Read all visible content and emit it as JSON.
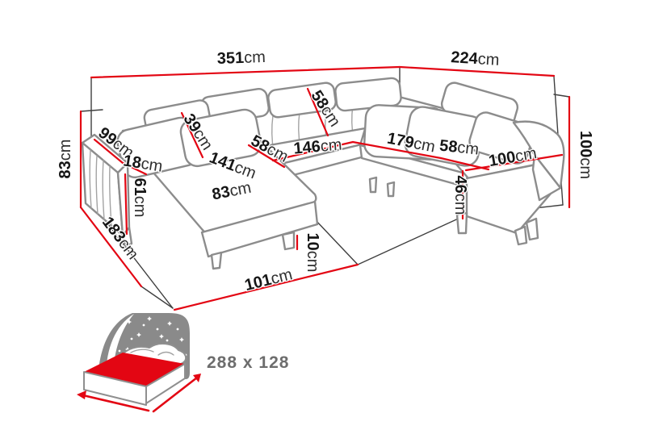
{
  "diagram": {
    "title": "corner-sofa-dimension-diagram",
    "unit": "cm",
    "dims": {
      "total_width_left": {
        "v": "351",
        "u": "cm"
      },
      "total_width_right": {
        "v": "224",
        "u": "cm"
      },
      "height_left": {
        "v": "83",
        "u": "cm"
      },
      "height_right": {
        "v": "100",
        "u": "cm"
      },
      "arm_top_length": {
        "v": "99",
        "u": "cm"
      },
      "arm_top_width": {
        "v": "18",
        "u": "cm"
      },
      "arm_front_height": {
        "v": "61",
        "u": "cm"
      },
      "back_cushion_left": {
        "v": "39",
        "u": "cm"
      },
      "back_cushion_mid": {
        "v": "58",
        "u": "cm"
      },
      "seat_depth_mid": {
        "v": "58",
        "u": "cm"
      },
      "seat_width_mid": {
        "v": "146",
        "u": "cm"
      },
      "chaise_length": {
        "v": "141",
        "u": "cm"
      },
      "chaise_width": {
        "v": "83",
        "u": "cm"
      },
      "corner_seat_length": {
        "v": "179",
        "u": "cm"
      },
      "seat_depth_right": {
        "v": "58",
        "u": "cm"
      },
      "right_chaise_width": {
        "v": "100",
        "u": "cm"
      },
      "seat_height": {
        "v": "46",
        "u": "cm"
      },
      "leg_height": {
        "v": "10",
        "u": "cm"
      },
      "depth_left": {
        "v": "183",
        "u": "cm"
      },
      "depth_bottom": {
        "v": "101",
        "u": "cm"
      }
    },
    "sleeping_function": {
      "icon": "sleep-bed-icon",
      "size_label": "288 x 128"
    },
    "colors": {
      "dimension_line": "#e30613",
      "outline_gray": "#8c8c8c",
      "aux_line": "#3f3f3f",
      "icon_gray": "#8a8a8a",
      "icon_text": "#6d6d6d",
      "label_text": "#1c1c1c",
      "background": "#ffffff"
    }
  }
}
